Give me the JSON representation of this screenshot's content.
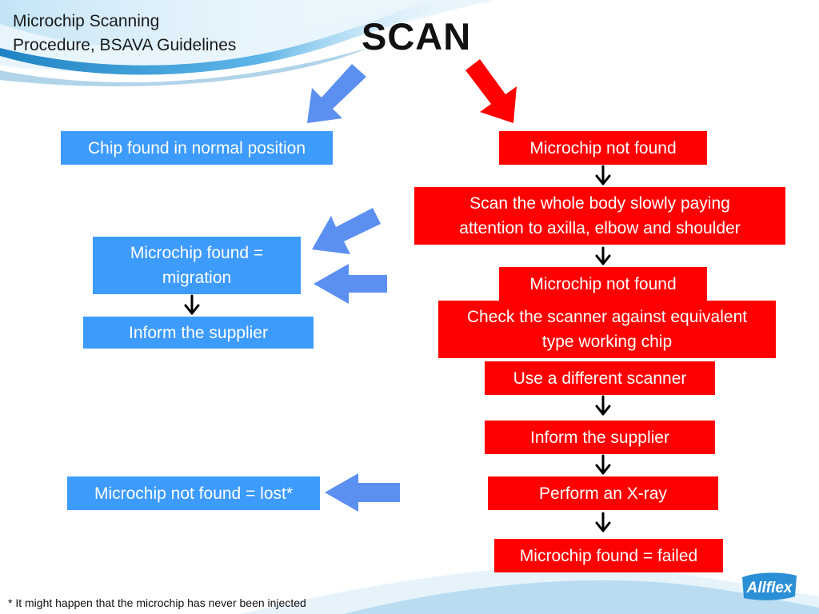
{
  "header": {
    "subtitle_line1": "Microchip Scanning",
    "subtitle_line2": "Procedure, BSAVA Guidelines",
    "title": "SCAN"
  },
  "left_column": {
    "chip_found_normal": "Chip found in normal position",
    "migration_line1": "Microchip found =",
    "migration_line2": "migration",
    "inform_supplier": "Inform the supplier",
    "lost": "Microchip not found = lost*"
  },
  "right_column": {
    "not_found_1": "Microchip not found",
    "scan_body_line1": "Scan the whole body slowly paying",
    "scan_body_line2": "attention to axilla, elbow and shoulder",
    "not_found_2": "Microchip not found",
    "check_scanner_line1": "Check the scanner against equivalent",
    "check_scanner_line2": "type working chip",
    "different_scanner": "Use a different scanner",
    "inform_supplier": "Inform the supplier",
    "xray": "Perform an X-ray",
    "failed": "Microchip found = failed"
  },
  "footnote": "* It might happen that the microchip has never been injected",
  "logo": "Allflex",
  "colors": {
    "blue_box": "#3d9bfc",
    "blue_arrow": "#5b8ff0",
    "red_box": "#ff0000",
    "header_wave": "#1f84c4"
  }
}
